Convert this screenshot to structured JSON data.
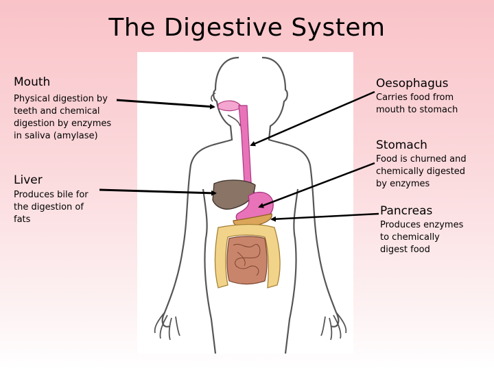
{
  "title": "The Digestive System",
  "labels": {
    "mouth": {
      "heading": "Mouth",
      "lines": [
        "Physical digestion by",
        "teeth and chemical",
        "digestion by enzymes",
        "in saliva (amylase)"
      ]
    },
    "liver": {
      "heading": "Liver",
      "lines": [
        "Produces bile for",
        "the digestion of",
        "fats"
      ]
    },
    "oesophagus": {
      "heading": "Oesophagus",
      "lines": [
        "Carries food from",
        "mouth to stomach"
      ]
    },
    "stomach": {
      "heading": "Stomach",
      "lines": [
        "Food is churned and",
        "chemically digested",
        "by enzymes"
      ]
    },
    "pancreas": {
      "heading": "Pancreas",
      "lines": [
        "Produces enzymes",
        "to chemically",
        "digest food"
      ]
    }
  },
  "colors": {
    "background_top": "#f9c3c8",
    "oesophagus": "#e873b8",
    "liver": "#8a7466",
    "intestine": "#f2d38a",
    "small_intestine": "#c9856b",
    "pancreas": "#dba55a"
  }
}
